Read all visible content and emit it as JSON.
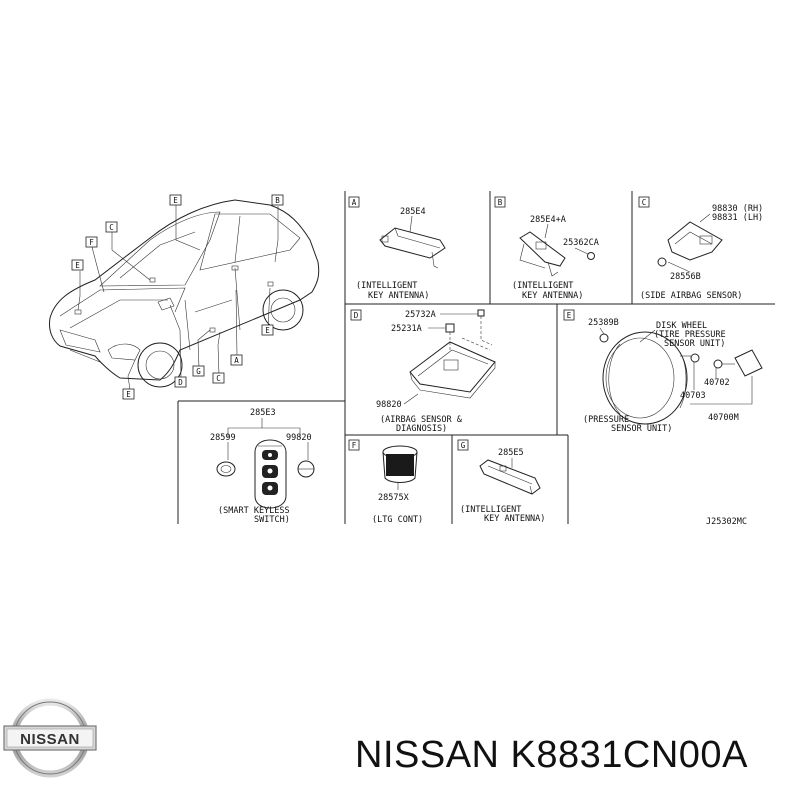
{
  "brand": "NISSAN",
  "footer": {
    "part_title": "NISSAN K8831CN00A"
  },
  "car_overview": {
    "callout_tags": [
      "E",
      "B",
      "C",
      "F",
      "E",
      "E",
      "A",
      "G",
      "C",
      "D",
      "E"
    ]
  },
  "panels": {
    "a": {
      "letter": "A",
      "part_number": "285E4",
      "caption_1": "(INTELLIGENT",
      "caption_2": "KEY ANTENNA)"
    },
    "b": {
      "letter": "B",
      "part_number_1": "285E4+A",
      "part_number_2": "25362CA",
      "caption_1": "(INTELLIGENT",
      "caption_2": "KEY ANTENNA)"
    },
    "c": {
      "letter": "C",
      "part_number_1": "98830 (RH)",
      "part_number_2": "98831 (LH)",
      "part_number_3": "28556B",
      "caption_1": "(SIDE AIRBAG SENSOR)"
    },
    "d": {
      "letter": "D",
      "part_number_1": "25732A",
      "part_number_2": "25231A",
      "part_number_3": "98820",
      "caption_1": "(AIRBAG SENSOR &",
      "caption_2": "DIAGNOSIS)"
    },
    "e": {
      "letter": "E",
      "part_number_1": "25389B",
      "callout_1": "DISK WHEEL",
      "callout_2": "(TIRE PRESSURE",
      "callout_3": "SENSOR UNIT)",
      "part_number_2": "40702",
      "part_number_3": "40703",
      "part_number_4": "40700M",
      "caption_1": "(PRESSURE",
      "caption_2": "SENSOR UNIT)"
    },
    "key": {
      "part_number_1": "285E3",
      "part_number_2": "28599",
      "part_number_3": "99820",
      "caption_1": "(SMART KEYLESS",
      "caption_2": "SWITCH)"
    },
    "f": {
      "letter": "F",
      "part_number_1": "28575X",
      "caption_1": "(LTG CONT)"
    },
    "g": {
      "letter": "G",
      "part_number_1": "285E5",
      "caption_1": "(INTELLIGENT",
      "caption_2": "KEY ANTENNA)"
    }
  },
  "diagram_code": "J25302MC"
}
